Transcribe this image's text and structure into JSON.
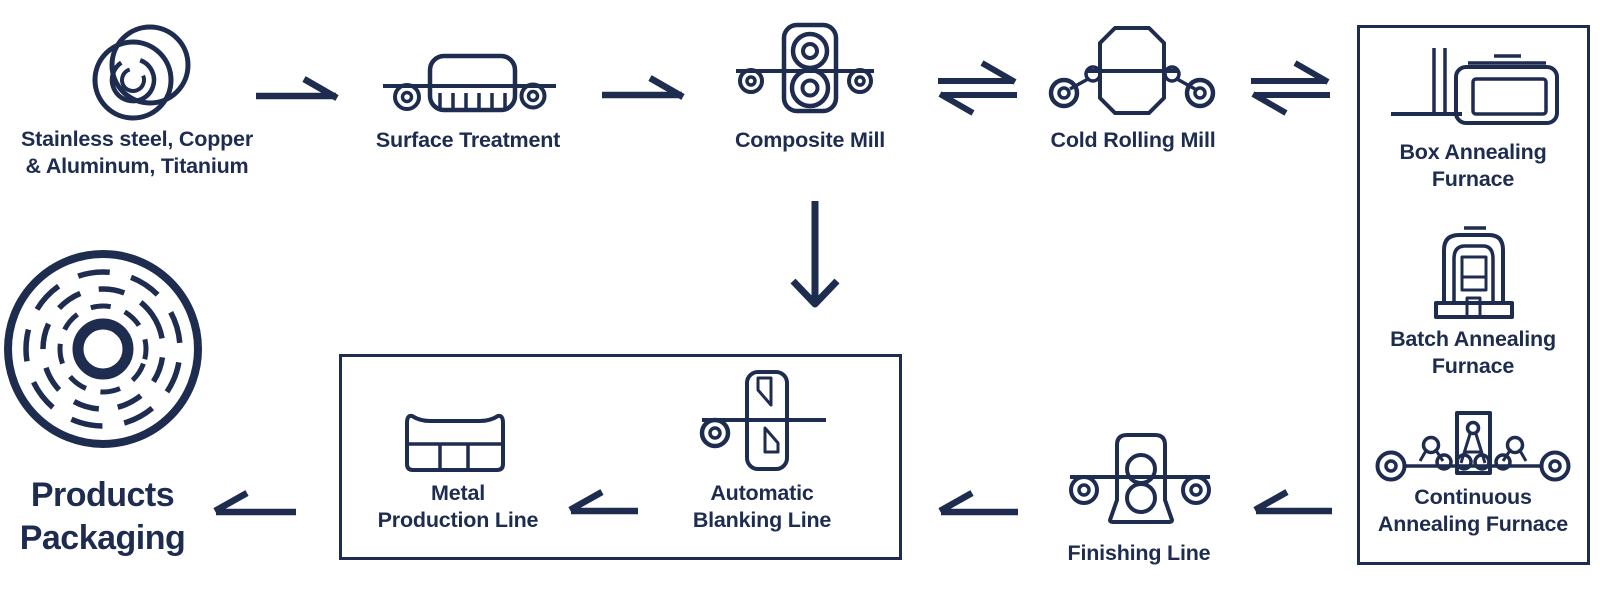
{
  "title": "Metal production process flow diagram",
  "colors": {
    "ink": "#1e2c4f",
    "background": "#ffffff"
  },
  "nodes": {
    "raw_material": {
      "line1": "Stainless steel, Copper",
      "line2": "& Aluminum, Titanium",
      "icon": "steel-coil"
    },
    "surface_treatment": {
      "label": "Surface Treatment",
      "icon": "treatment-tank-with-rollers"
    },
    "composite_mill": {
      "label": "Composite Mill",
      "icon": "two-high-roll-stand"
    },
    "cold_rolling_mill": {
      "label": "Cold Rolling Mill",
      "icon": "octagon-mill-stand"
    },
    "box_annealing_furnace": {
      "line1": "Box Annealing",
      "line2": "Furnace",
      "icon": "box-furnace"
    },
    "batch_annealing_furnace": {
      "line1": "Batch Annealing",
      "line2": "Furnace",
      "icon": "bell-furnace"
    },
    "continuous_annealing_furnace": {
      "line1": "Continuous",
      "line2": "Annealing Furnace",
      "icon": "strip-line-furnace"
    },
    "finishing_line": {
      "label": "Finishing Line",
      "icon": "finishing-mill-stand"
    },
    "automatic_blanking_line": {
      "line1": "Automatic",
      "line2": "Blanking Line",
      "icon": "blanking-shear"
    },
    "metal_production_line": {
      "line1": "Metal",
      "line2": "Production Line",
      "icon": "production-tray"
    },
    "products_packaging": {
      "line1": "Products",
      "line2": "Packaging",
      "icon": "packaged-coil"
    }
  },
  "arrows": [
    {
      "from": "raw_material",
      "to": "surface_treatment",
      "type": "single-right"
    },
    {
      "from": "surface_treatment",
      "to": "composite_mill",
      "type": "single-right"
    },
    {
      "from": "composite_mill",
      "to": "cold_rolling_mill",
      "type": "double-bidirectional"
    },
    {
      "from": "cold_rolling_mill",
      "to": "annealing_furnaces_box",
      "type": "double-bidirectional"
    },
    {
      "from": "composite_mill",
      "to": "automatic_blanking_line",
      "type": "single-down"
    },
    {
      "from": "annealing_furnaces_box",
      "to": "finishing_line",
      "type": "single-left"
    },
    {
      "from": "finishing_line",
      "to": "metal_production_box",
      "type": "single-left"
    },
    {
      "from": "automatic_blanking_line",
      "to": "metal_production_line",
      "type": "single-left"
    },
    {
      "from": "metal_production_box",
      "to": "products_packaging",
      "type": "single-left"
    }
  ]
}
